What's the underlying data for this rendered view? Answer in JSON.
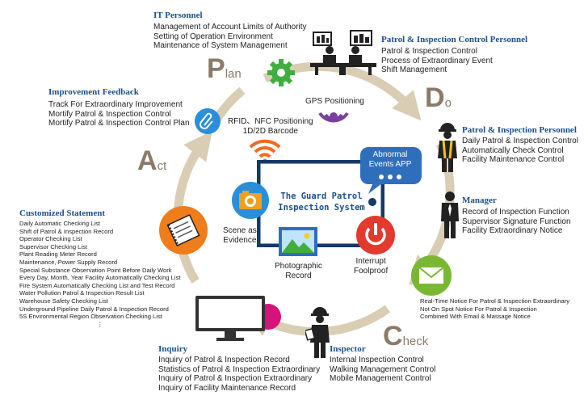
{
  "it_personnel": {
    "heading": "IT Personnel",
    "lines": [
      "Management of Account Limits of Authority",
      "Setting of Operation Environment",
      "Maintenance of System Management"
    ]
  },
  "control_personnel": {
    "heading": "Patrol & Inspection Control Personnel",
    "lines": [
      "Patrol & Inspection Control",
      "Process of Extraordinary Event",
      "Shift Management"
    ]
  },
  "patrol_personnel": {
    "heading": "Patrol & Inspection Personnel",
    "lines": [
      "Daily Patrol & Inspection Control",
      "Automatically Check Control",
      "Facility Maintenance Control"
    ]
  },
  "manager": {
    "heading": "Manager",
    "lines": [
      "Record of Inspection Function",
      "Supervisor Signature Function",
      "Facility Extraordinary Notice"
    ]
  },
  "notice": {
    "lines": [
      "Real-Time Notice For Patrol & Inspection Extraordinary",
      "Not On Spot Notice For Patrol & Inspection",
      "Combined With Email & Massage Notice"
    ]
  },
  "inspector": {
    "heading": "Inspector",
    "lines": [
      "Internal Inspection Control",
      "Walking Management Control",
      "Mobile Management Control"
    ]
  },
  "inquiry": {
    "heading": "Inquiry",
    "lines": [
      "Inquiry of Patrol & Inspection Record",
      "Statistics of Patrol & Inspection Extraordinary",
      "Inquiry of Patrol & Inspection Extraordinary",
      "Inquiry of Facility Maintenance Record"
    ]
  },
  "customized": {
    "heading": "Customized Statement",
    "lines": [
      "Daily Automatic Checking List",
      "Shift of Patrol & Inspection Record",
      "Operator Checking List",
      "Supervisor Checking List",
      "Plant Reading Meter Record",
      "Maintenance, Power Supply Record",
      "Special Substance Observation Point Before Daily Work",
      "Every Day, Month, Year Facility Automatically Checking List",
      "Fire System Automatically Checking List and Test Record",
      " Water Pollution  Patrol & Inspection Result List",
      "Warehouse Safety Checking List",
      "Underground Pipeline Daily Patrol & Inspection Record",
      "5S Environmental Region Observation Checking List"
    ],
    "ellipsis": "⋮"
  },
  "improvement": {
    "heading": "Improvement Feedback",
    "lines": [
      "Track For Extraordinary Improvement",
      "Mortify Patrol & Inspection Control",
      "Mortify Patrol & Inspection Control Plan"
    ]
  },
  "pdca": {
    "plan": {
      "initial": "P",
      "rest": "lan"
    },
    "do": {
      "initial": "D",
      "rest": "o"
    },
    "check": {
      "initial": "C",
      "rest": "heck"
    },
    "act": {
      "initial": "A",
      "rest": "ct"
    }
  },
  "center": {
    "gps": "GPS Positioning",
    "rfid": [
      "RFID、NFC Positioning",
      "1D/2D Barcode"
    ],
    "bubble": [
      "Abnormal",
      "Events APP"
    ],
    "title": [
      "The Guard Patrol",
      "Inspection System"
    ],
    "scene": [
      "Scene as",
      "Evidence"
    ],
    "photo": [
      "Photographic",
      "Record"
    ],
    "interrupt": [
      "Interrupt",
      "Foolproof"
    ]
  },
  "colors": {
    "heading": "#1a4f8c",
    "ring": "#d9cdb4",
    "pdca": "#8a7b68",
    "gear": "#3fae3f",
    "clip": "#2a8fd8",
    "notebook": "#f07d1c",
    "mail": "#7ab834",
    "power": "#e23a2e",
    "magenta": "#d8127a",
    "tablet": "#163a66",
    "camera": "#f0a020"
  }
}
